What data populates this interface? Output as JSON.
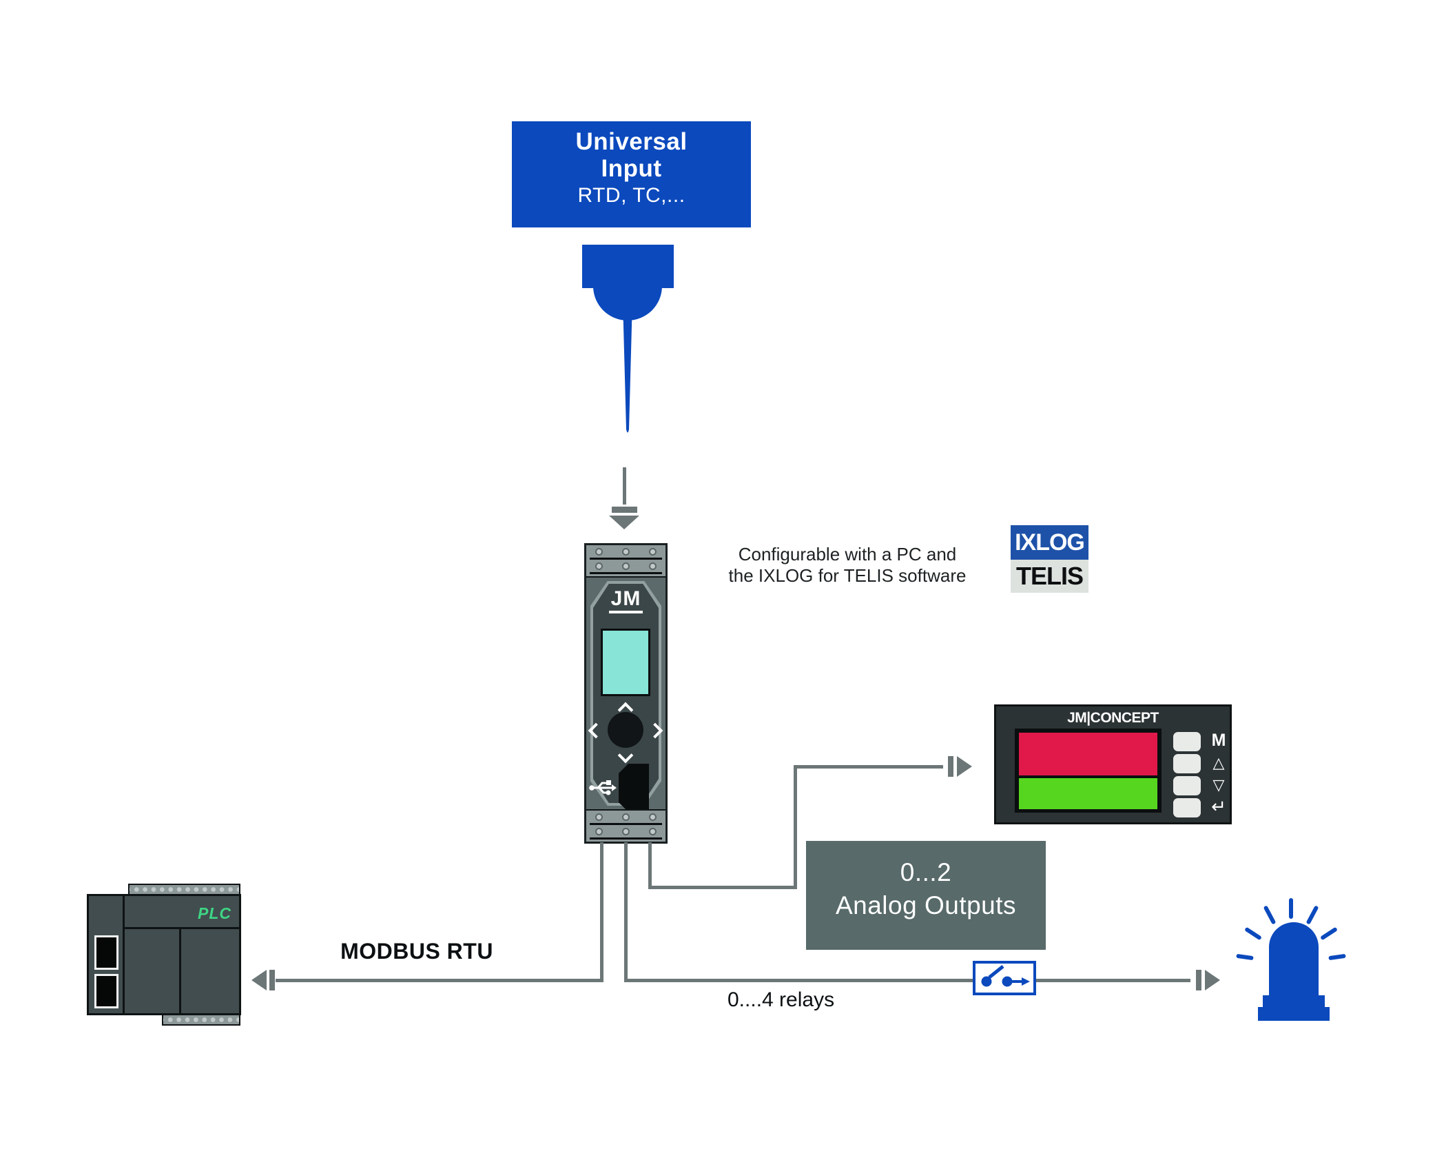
{
  "colors": {
    "blue": "#0b49bd",
    "wire": "#6c7677",
    "dark_slate": "#3b4648",
    "mid_slate": "#5d6a6b",
    "terminal": "#8d9899",
    "screw": "#c2cac9",
    "screen_teal": "#87e4d7",
    "box_slate": "#586a6a",
    "display_red": "#e0194a",
    "display_green": "#57d620",
    "logo_blue": "#1e52a9",
    "logo_gray": "#dde2df",
    "plc_green": "#3ed584",
    "panel_dark": "#2c3335",
    "button_gray": "#e9ebe9",
    "ink": "#14181a",
    "white": "#ffffff"
  },
  "universal_input": {
    "line1": "Universal",
    "line2": "Input",
    "line3": "RTD, TC,..."
  },
  "caption": {
    "line1": "Configurable with a PC and",
    "line2": "the IXLOG for TELIS software"
  },
  "logo": {
    "top": "IXLOG",
    "bottom": "TELIS"
  },
  "module": {
    "brand": "JM"
  },
  "display": {
    "brand": "JM|CONCEPT",
    "buttons": [
      {
        "label": "M"
      },
      {
        "label": "△"
      },
      {
        "label": "▽"
      },
      {
        "label": "↵"
      }
    ]
  },
  "analog_outputs": {
    "line1": "0...2",
    "line2": "Analog Outputs"
  },
  "connections": {
    "modbus": "MODBUS RTU",
    "relays": "0....4 relays"
  },
  "plc": {
    "label": "PLC"
  }
}
